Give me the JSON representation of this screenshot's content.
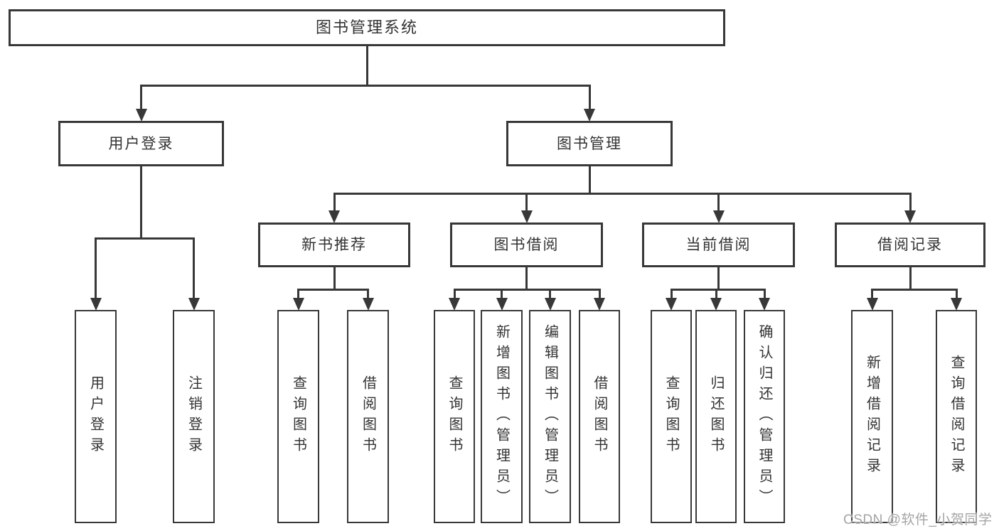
{
  "diagram": {
    "watermark": "CSDN @软件_小贺同学",
    "colors": {
      "line": "#383838",
      "text": "#333333",
      "box_background": "#ffffff",
      "page_background": "#ffffff",
      "watermark_text": "#a4a4a4"
    },
    "root": {
      "id": "root",
      "label": "图书管理系统",
      "children": [
        {
          "id": "user-login",
          "label": "用户登录",
          "children": [
            {
              "id": "user-login-leaf",
              "label": "用户登录",
              "vertical": true
            },
            {
              "id": "logout",
              "label": "注销登录",
              "vertical": true
            }
          ]
        },
        {
          "id": "book-mgmt",
          "label": "图书管理",
          "children": [
            {
              "id": "new-book-rec",
              "label": "新书推荐",
              "children": [
                {
                  "id": "nb-query",
                  "label": "查询图书",
                  "vertical": true
                },
                {
                  "id": "nb-borrow",
                  "label": "借阅图书",
                  "vertical": true
                }
              ]
            },
            {
              "id": "book-borrow",
              "label": "图书借阅",
              "children": [
                {
                  "id": "bb-query",
                  "label": "查询图书",
                  "vertical": true
                },
                {
                  "id": "bb-add",
                  "label": "新增图书（管理员）",
                  "vertical": true
                },
                {
                  "id": "bb-edit",
                  "label": "编辑图书（管理员）",
                  "vertical": true
                },
                {
                  "id": "bb-borrow",
                  "label": "借阅图书",
                  "vertical": true
                }
              ]
            },
            {
              "id": "current-borrow",
              "label": "当前借阅",
              "children": [
                {
                  "id": "cb-query",
                  "label": "查询图书",
                  "vertical": true
                },
                {
                  "id": "cb-return",
                  "label": "归还图书",
                  "vertical": true
                },
                {
                  "id": "cb-confirm",
                  "label": "确认归还（管理员）",
                  "vertical": true
                }
              ]
            },
            {
              "id": "borrow-record",
              "label": "借阅记录",
              "children": [
                {
                  "id": "br-add",
                  "label": "新增借阅记录",
                  "vertical": true
                },
                {
                  "id": "br-query",
                  "label": "查询借阅记录",
                  "vertical": true
                }
              ]
            }
          ]
        }
      ]
    }
  }
}
